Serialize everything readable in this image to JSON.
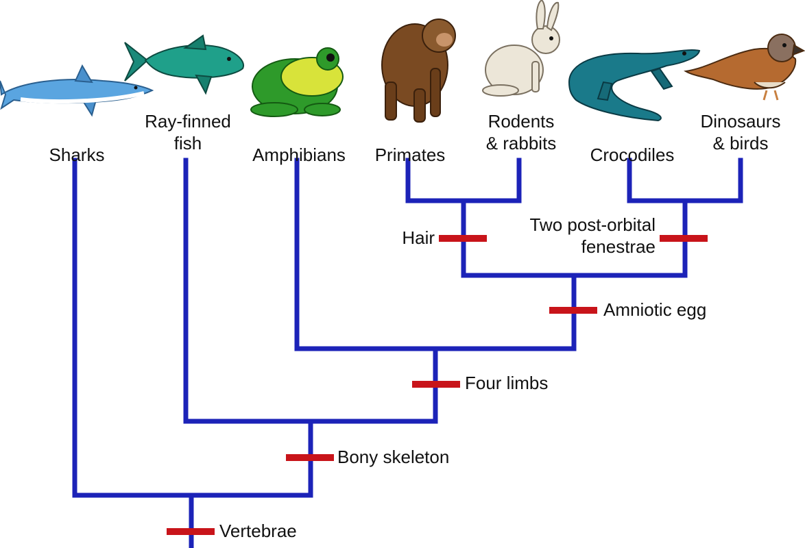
{
  "colors": {
    "branch": "#1c23b8",
    "trait_mark": "#c8141a",
    "text": "#111111",
    "background": "#ffffff"
  },
  "taxa": [
    {
      "id": "sharks",
      "line1": "",
      "line2": "Sharks",
      "icon": "shark-icon"
    },
    {
      "id": "ray-finned-fish",
      "line1": "Ray-finned",
      "line2": "fish",
      "icon": "fish-icon"
    },
    {
      "id": "amphibians",
      "line1": "",
      "line2": "Amphibians",
      "icon": "frog-icon"
    },
    {
      "id": "primates",
      "line1": "",
      "line2": "Primates",
      "icon": "ape-icon"
    },
    {
      "id": "rodents-rabbits",
      "line1": "Rodents",
      "line2": "& rabbits",
      "icon": "rabbit-icon"
    },
    {
      "id": "crocodiles",
      "line1": "",
      "line2": "Crocodiles",
      "icon": "crocodile-icon"
    },
    {
      "id": "dinosaurs-birds",
      "line1": "Dinosaurs",
      "line2": "& birds",
      "icon": "bird-icon"
    }
  ],
  "traits": [
    {
      "id": "hair",
      "lines": [
        "Hair"
      ]
    },
    {
      "id": "two-post-orbital-fenestrae",
      "lines": [
        "Two post-orbital",
        "fenestrae"
      ]
    },
    {
      "id": "amniotic-egg",
      "lines": [
        "Amniotic egg"
      ]
    },
    {
      "id": "four-limbs",
      "lines": [
        "Four limbs"
      ]
    },
    {
      "id": "bony-skeleton",
      "lines": [
        "Bony skeleton"
      ]
    },
    {
      "id": "vertebrae",
      "lines": [
        "Vertebrae"
      ]
    }
  ]
}
